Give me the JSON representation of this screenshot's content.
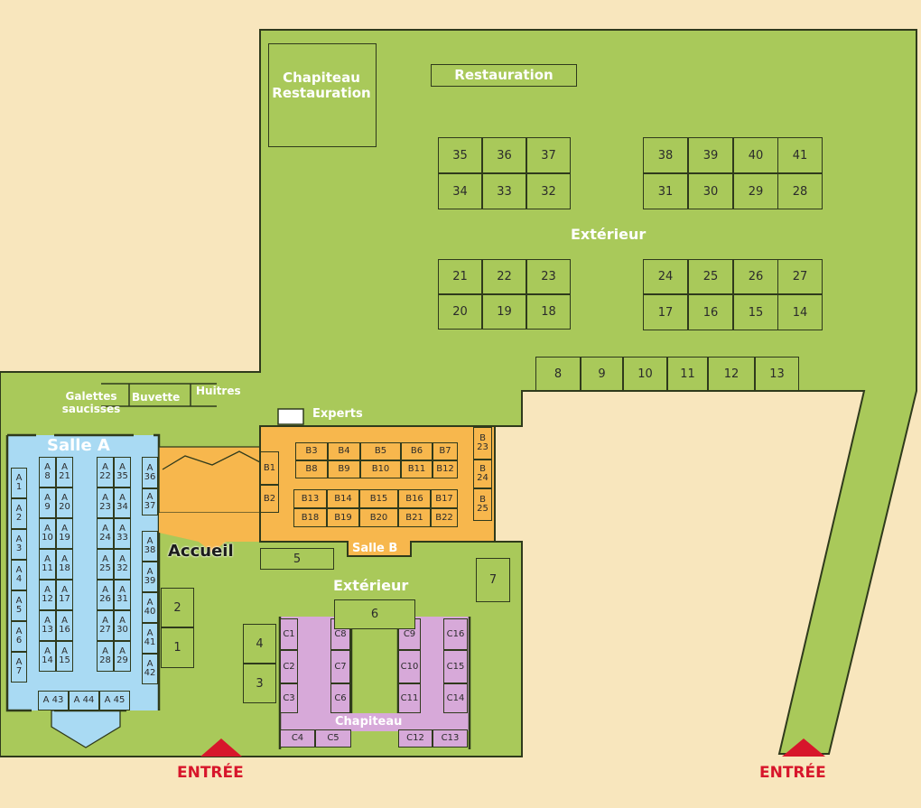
{
  "labels": {
    "chapiteau_restauration": "Chapiteau Restauration",
    "restauration": "Restauration",
    "exterieur_top": "Extérieur",
    "exterieur_bottom": "Extérieur",
    "galettes": "Galettes saucisses",
    "buvette": "Buvette",
    "huitres": "Huitres",
    "experts": "Experts",
    "salle_a": "Salle A",
    "salle_b": "Salle B",
    "accueil": "Accueil",
    "chapiteau": "Chapiteau",
    "entree_left": "ENTRÉE",
    "entree_right": "ENTRÉE"
  },
  "colors": {
    "ground": "#a9c95a",
    "background": "#f8e6bd",
    "salle_a": "#a9daf3",
    "salle_b": "#f7b74d",
    "chapiteau": "#d7a9d9",
    "entree": "#d7162b"
  },
  "stalls": {
    "salle_a": [
      "A 1",
      "A 2",
      "A 3",
      "A 4",
      "A 5",
      "A 6",
      "A 7",
      "A 8",
      "A 9",
      "A 10",
      "A 11",
      "A 12",
      "A 13",
      "A 14",
      "A 15",
      "A 16",
      "A 17",
      "A 18",
      "A 19",
      "A 20",
      "A 21",
      "A 22",
      "A 23",
      "A 24",
      "A 25",
      "A 26",
      "A 27",
      "A 28",
      "A 29",
      "A 30",
      "A 31",
      "A 32",
      "A 33",
      "A 34",
      "A 35",
      "A 36",
      "A 37",
      "A 38",
      "A 39",
      "A 40",
      "A 41",
      "A 42",
      "A 43",
      "A 44",
      "A 45"
    ],
    "salle_b": [
      "B1",
      "B2",
      "B3",
      "B4",
      "B5",
      "B6",
      "B7",
      "B8",
      "B9",
      "B10",
      "B11",
      "B12",
      "B13",
      "B14",
      "B15",
      "B16",
      "B17",
      "B18",
      "B19",
      "B20",
      "B21",
      "B22",
      "B 23",
      "B 24",
      "B 25"
    ],
    "chapiteau": [
      "C1",
      "C2",
      "C3",
      "C4",
      "C5",
      "C6",
      "C7",
      "C8",
      "C9",
      "C10",
      "C11",
      "C12",
      "C13",
      "C14",
      "C15",
      "C16"
    ],
    "exterieur": [
      "1",
      "2",
      "3",
      "4",
      "5",
      "6",
      "7",
      "8",
      "9",
      "10",
      "11",
      "12",
      "13",
      "14",
      "15",
      "16",
      "17",
      "18",
      "19",
      "20",
      "21",
      "22",
      "23",
      "24",
      "25",
      "26",
      "27",
      "28",
      "29",
      "30",
      "31",
      "32",
      "33",
      "34",
      "35",
      "36",
      "37",
      "38",
      "39",
      "40",
      "41"
    ]
  }
}
